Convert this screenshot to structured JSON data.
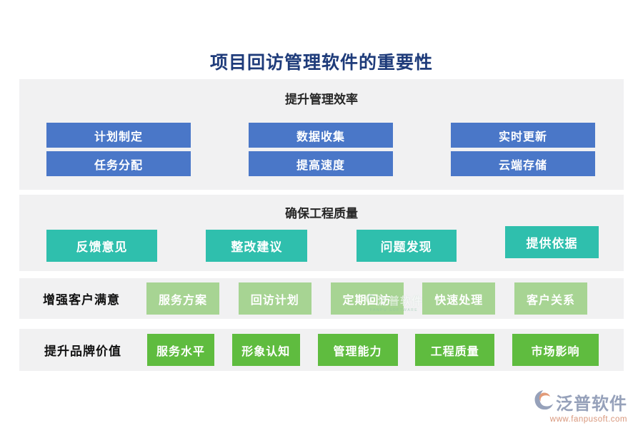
{
  "title": "项目回访管理软件的重要性",
  "colors": {
    "blue": "#4a77c8",
    "teal": "#2fbfad",
    "light_green": "#a7d493",
    "green": "#5fbc3f",
    "band_bg": "#f1f1f2",
    "title_color": "#1e3b7a",
    "heading_color": "#262626",
    "footer_brand_color": "#8e9ab5",
    "footer_url_color": "#d58e70"
  },
  "sections": {
    "efficiency": {
      "heading": "提升管理效率",
      "items": [
        "计划制定",
        "数据收集",
        "实时更新",
        "任务分配",
        "提高速度",
        "云端存储"
      ]
    },
    "quality": {
      "heading": "确保工程质量",
      "items": [
        "反馈意见",
        "整改建议",
        "问题发现",
        "提供依据"
      ]
    },
    "satisfaction": {
      "label": "增强客户满意",
      "items": [
        "服务方案",
        "回访计划",
        "定期回访",
        "快速处理",
        "客户关系"
      ]
    },
    "brand": {
      "label": "提升品牌价值",
      "items": [
        "服务水平",
        "形象认知",
        "管理能力",
        "工程质量",
        "市场影响"
      ]
    }
  },
  "watermark": {
    "text": "泛普软件",
    "subtext": "FANPU SOFTWARE"
  },
  "footer": {
    "brand": "泛普软件",
    "url": "www.fanpusoft.com"
  }
}
